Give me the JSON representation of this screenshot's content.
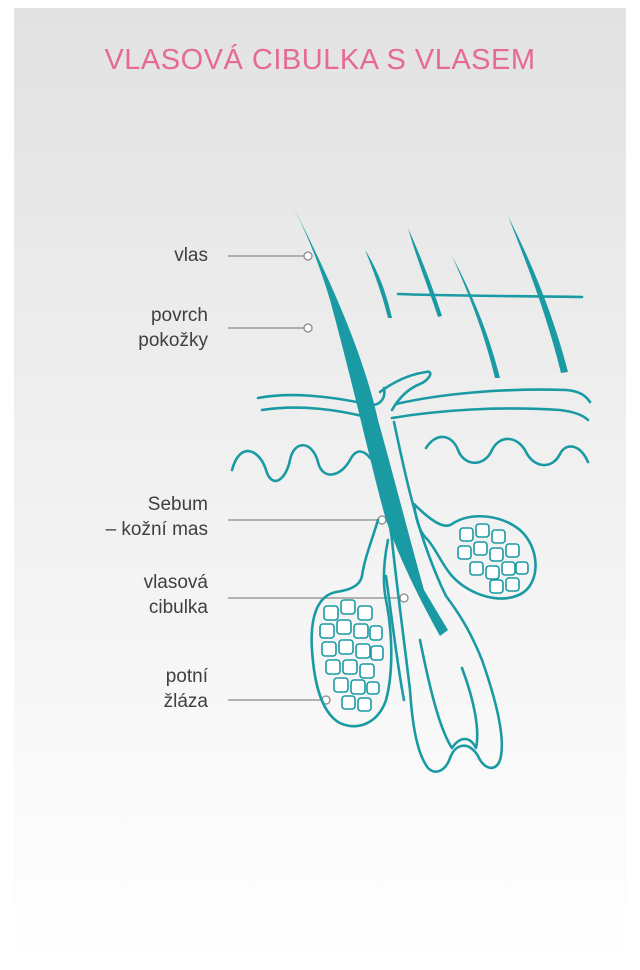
{
  "title": "VLASOVÁ CIBULKA S VLASEM",
  "labels": {
    "hair": [
      "vlas"
    ],
    "skin_surface": [
      "povrch",
      "pokožky"
    ],
    "sebum": [
      "Sebum",
      "– kožní mas"
    ],
    "hair_bulb": [
      "vlasová",
      "cibulka"
    ],
    "sweat_gland": [
      "potní",
      "žláza"
    ]
  },
  "colors": {
    "title": "#e56b95",
    "illustration": "#1a9aa3",
    "leader": "#8a8a8a",
    "text": "#3f3f3f"
  }
}
